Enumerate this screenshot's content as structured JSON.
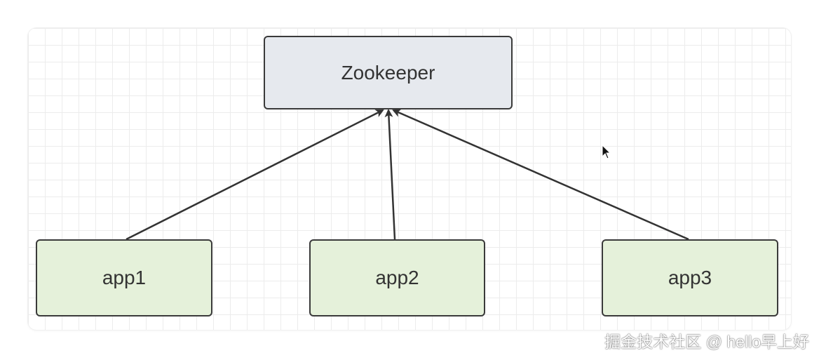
{
  "diagram": {
    "nodes": {
      "zookeeper": "Zookeeper",
      "app1": "app1",
      "app2": "app2",
      "app3": "app3"
    },
    "edges": [
      {
        "from": "app1",
        "to": "zookeeper"
      },
      {
        "from": "app2",
        "to": "zookeeper"
      },
      {
        "from": "app3",
        "to": "zookeeper"
      }
    ]
  },
  "watermark": "掘金技术社区 @ hello早上好",
  "colors": {
    "zookeeper_fill": "#e6e9ee",
    "app_fill": "#e5f1da",
    "border": "#3a3a3a",
    "edge": "#333333"
  }
}
